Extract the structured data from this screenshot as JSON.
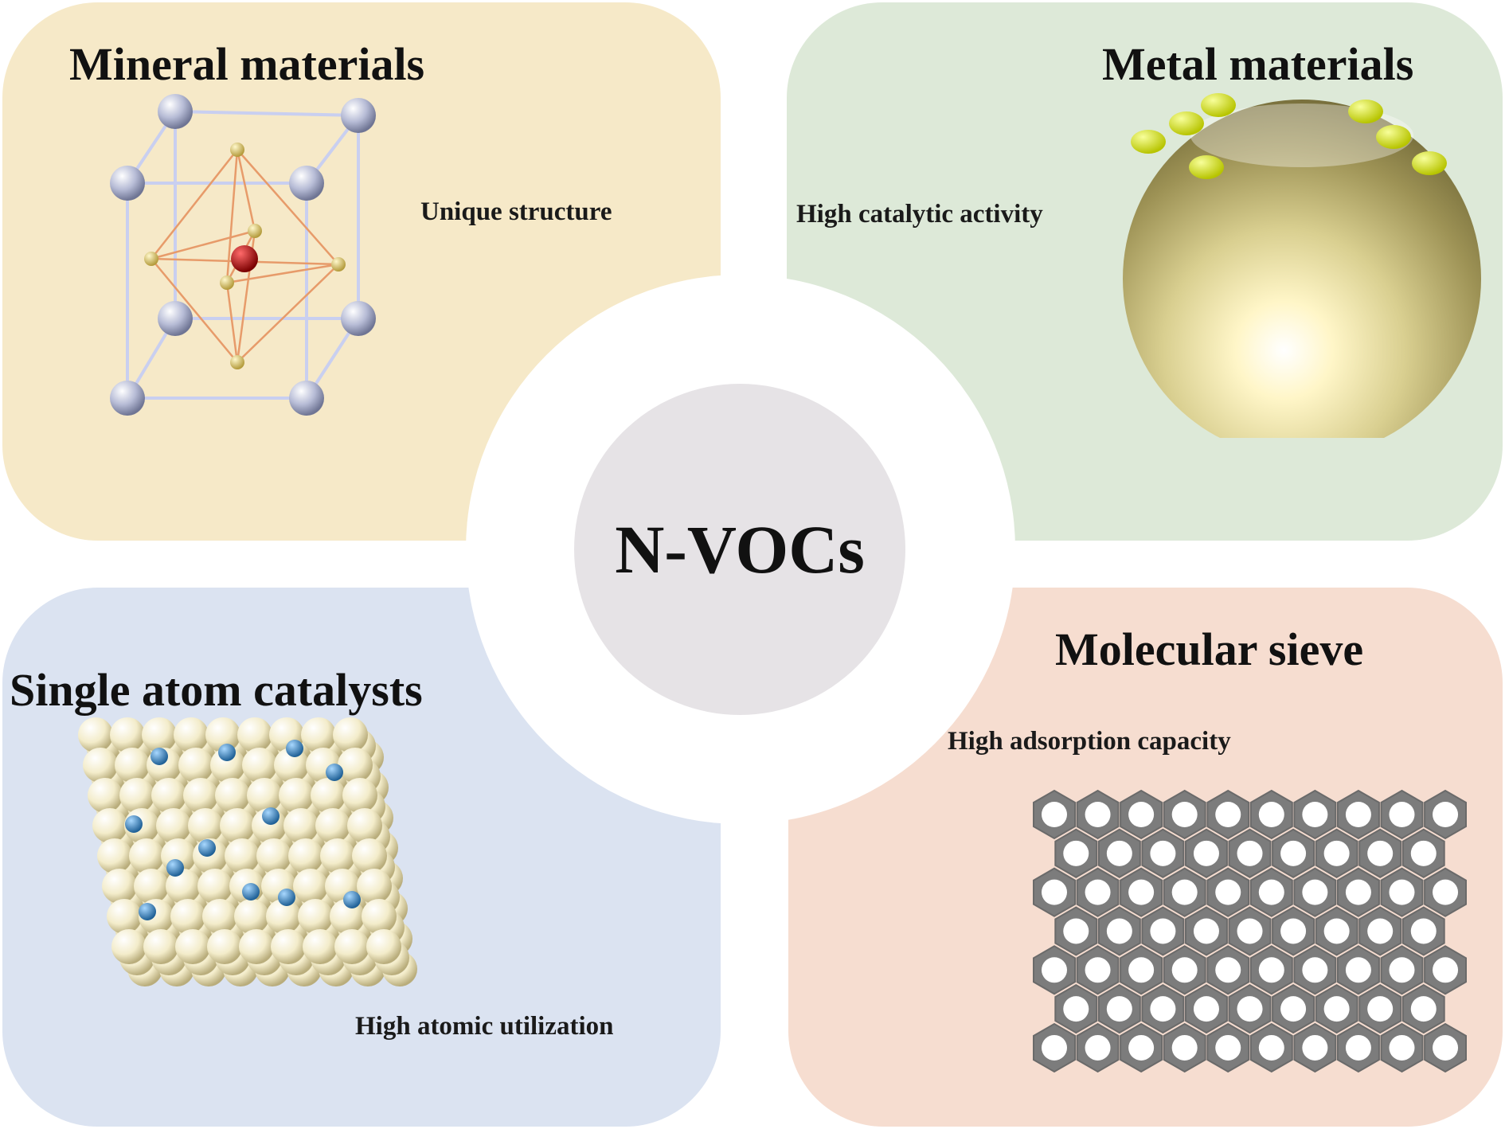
{
  "center": {
    "label": "N-VOCs",
    "color": "#e6e3e6"
  },
  "quadrants": {
    "mineral": {
      "title": "Mineral materials",
      "feature": "Unique structure",
      "color": "#f6e9c8"
    },
    "metal": {
      "title": "Metal materials",
      "feature": "High catalytic activity",
      "color": "#dde9d8"
    },
    "single_atom": {
      "title": "Single atom catalysts",
      "feature": "High atomic utilization",
      "color": "#dbe3f1"
    },
    "sieve": {
      "title": "Molecular sieve",
      "feature": "High adsorption capacity",
      "color": "#f6ddd0"
    }
  },
  "icons": {
    "mineral": "crystal-lattice-icon",
    "metal": "metal-nanoparticle-icon",
    "single_atom": "atom-slab-icon",
    "sieve": "hexagon-pore-icon"
  }
}
